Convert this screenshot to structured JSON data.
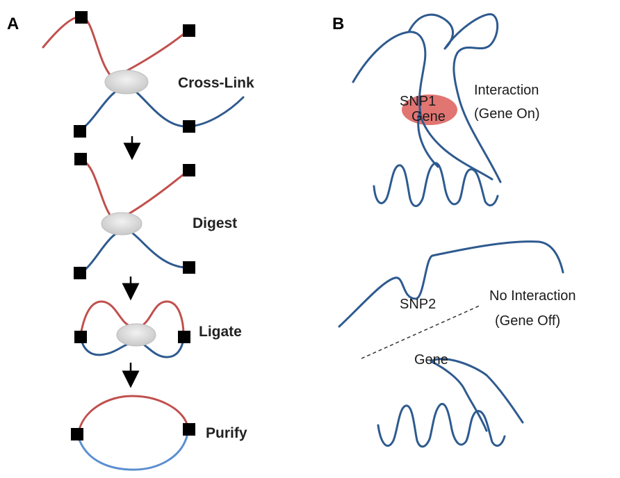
{
  "panel_a": {
    "letter": "A",
    "steps": [
      {
        "label": "Cross-Link"
      },
      {
        "label": "Digest"
      },
      {
        "label": "Ligate"
      },
      {
        "label": "Purify"
      }
    ]
  },
  "panel_b": {
    "letter": "B",
    "top": {
      "snp_label": "SNP1",
      "gene_label": "Gene",
      "state_line1": "Interaction",
      "state_line2": "(Gene On)"
    },
    "bottom": {
      "snp_label": "SNP2",
      "gene_label": "Gene",
      "state_line1": "No Interaction",
      "state_line2": "(Gene Off)"
    }
  },
  "colors": {
    "red_strand": "#c0504d",
    "blue_strand": "#2e5a8f",
    "light_blue_strand": "#5b8fd0",
    "protein": "#d9d9d9",
    "highlight": "#d9534f",
    "marker": "#000000"
  }
}
